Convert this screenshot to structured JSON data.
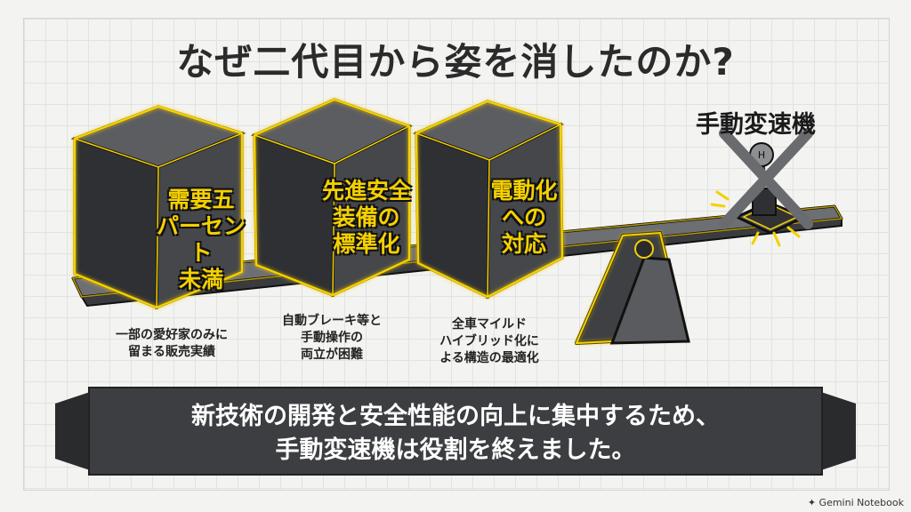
{
  "title": "なぜ二代目から姿を消したのか?",
  "cubes": [
    {
      "lines": [
        "需要五",
        "パーセント",
        "未満"
      ],
      "caption": [
        "一部の愛好家のみに",
        "留まる販売実績"
      ]
    },
    {
      "lines": [
        "先進安全",
        "装備の",
        "標準化"
      ],
      "caption": [
        "自動ブレーキ等と",
        "手動操作の",
        "両立が困難"
      ]
    },
    {
      "lines": [
        "電動化",
        "への",
        "対応"
      ],
      "caption": [
        "全車マイルド",
        "ハイブリッド化に",
        "よる構造の最適化"
      ]
    }
  ],
  "shifter": {
    "label": "手動変速機"
  },
  "banner": {
    "line1": "新技術の開発と安全性能の向上に集中するため、",
    "line2": "手動変速機は役割を終えました。"
  },
  "brand": "Gemini Notebook",
  "colors": {
    "accent": "#f5d000",
    "dark": "#3a3b3e",
    "banner": "#3d3e41"
  }
}
